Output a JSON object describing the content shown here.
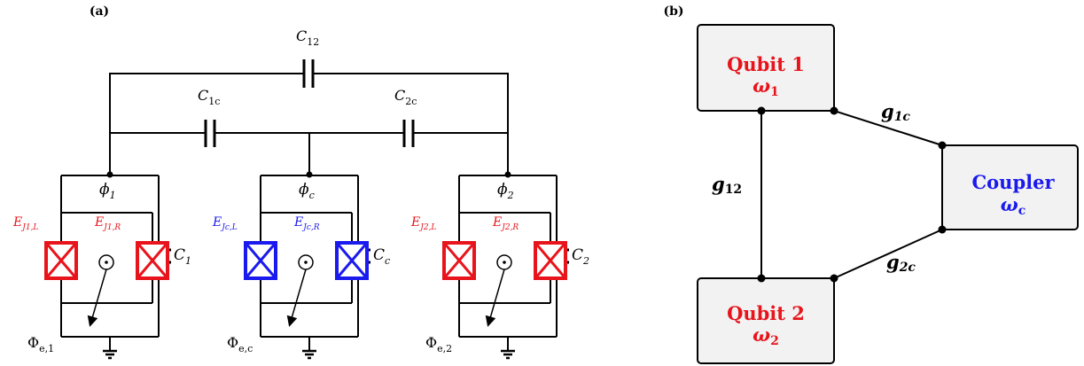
{
  "panel_a": {
    "label": "(a)",
    "capacitors": {
      "c12": "C",
      "c12_sub": "12",
      "c1c": "C",
      "c1c_sub": "1c",
      "c2c": "C",
      "c2c_sub": "2c",
      "c1": "C",
      "c1_sub": "1",
      "cc": "C",
      "cc_sub": "c",
      "c2": "C",
      "c2_sub": "2"
    },
    "nodes": {
      "phi1": "ϕ",
      "phi1_sub": "1",
      "phic": "ϕ",
      "phic_sub": "c",
      "phi2": "ϕ",
      "phi2_sub": "2"
    },
    "junctions": {
      "ej1l": "E",
      "ej1l_sub": "J1,L",
      "ej1r": "E",
      "ej1r_sub": "J1,R",
      "ejcl": "E",
      "ejcl_sub": "Jc,L",
      "ejcr": "E",
      "ejcr_sub": "Jc,R",
      "ej2l": "E",
      "ej2l_sub": "J2,L",
      "ej2r": "E",
      "ej2r_sub": "J2,R"
    },
    "fluxes": {
      "phie1": "Φ",
      "phie1_sub": "e,1",
      "phiec": "Φ",
      "phiec_sub": "e,c",
      "phie2": "Φ",
      "phie2_sub": "e,2"
    },
    "colors": {
      "qubit": "#e8141b",
      "coupler": "#1a1aee"
    }
  },
  "panel_b": {
    "label": "(b)",
    "qubit1": {
      "title": "Qubit 1",
      "freq": "ω",
      "freq_sub": "1"
    },
    "qubit2": {
      "title": "Qubit 2",
      "freq": "ω",
      "freq_sub": "2"
    },
    "coupler": {
      "title": "Coupler",
      "freq": "ω",
      "freq_sub": "c"
    },
    "couplings": {
      "g1c": "g",
      "g1c_sub": "1c",
      "g12": "g",
      "g12_sub": "12",
      "g2c": "g",
      "g2c_sub": "2c"
    },
    "colors": {
      "qubit": "#e8141b",
      "coupler": "#1a1aee",
      "box_fill": "#f2f2f2"
    }
  }
}
